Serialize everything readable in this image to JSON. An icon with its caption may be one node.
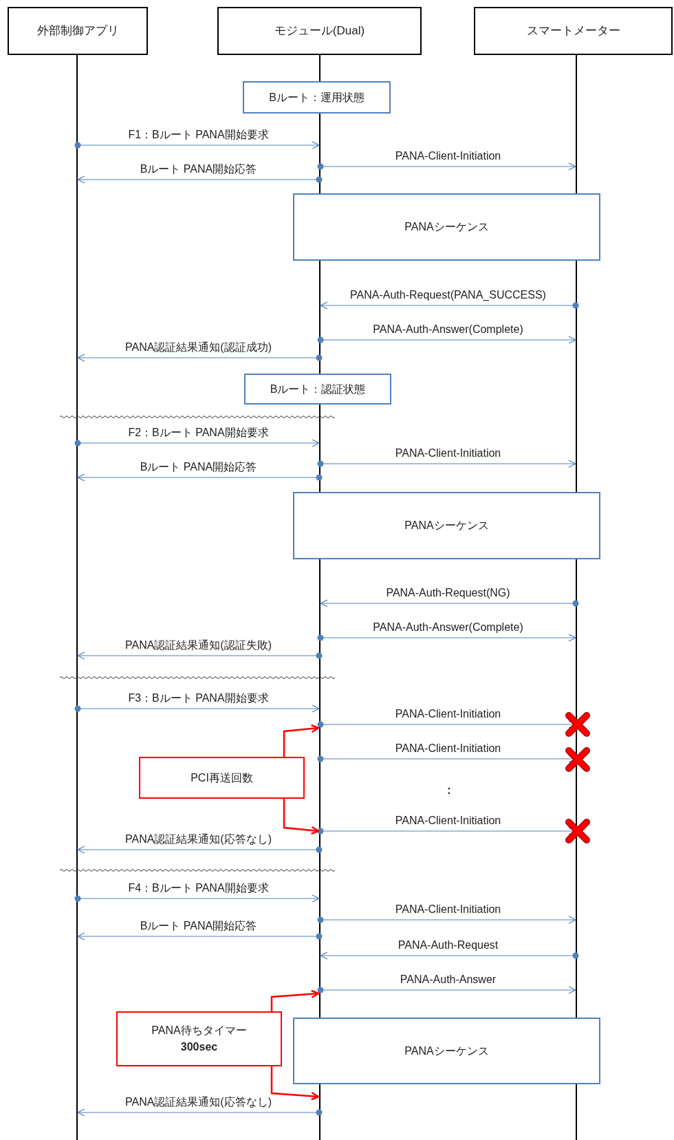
{
  "diagram": {
    "nodes": [
      {
        "text": [
          "外部制御アプリ"
        ]
      },
      {
        "text": [
          "モジュール(Dual)"
        ]
      },
      {
        "text": [
          "スマートメーター"
        ]
      },
      {
        "text": [],
        "shape": "bar"
      },
      {
        "text": [],
        "shape": "bar"
      },
      {
        "text": [],
        "shape": "bar"
      },
      {
        "text": [
          "Bルート：運用状態"
        ]
      },
      {
        "text": [
          "PANAシーケンス"
        ]
      },
      {
        "text": [
          "Bルート：認証状態"
        ]
      },
      {
        "text": [
          "PANAシーケンス"
        ]
      },
      {
        "text": [
          "PCI再送回数"
        ]
      },
      {
        "text": [
          "PANA待ちタイマー",
          "300sec"
        ]
      },
      {
        "text": [
          "PANAシーケンス"
        ]
      }
    ],
    "edges": [
      {
        "from": 3,
        "to": 4,
        "arrow": "to",
        "label": "F1：Bルート PANA開始要求"
      },
      {
        "from": 4,
        "to": 5,
        "arrow": "to",
        "label": "PANA-Client-Initiation"
      },
      {
        "from": 4,
        "to": 3,
        "arrow": "to",
        "label": "Bルート PANA開始応答"
      },
      {
        "from": 5,
        "to": 4,
        "arrow": "to",
        "label": "PANA-Auth-Request(PANA_SUCCESS)"
      },
      {
        "from": 4,
        "to": 5,
        "arrow": "to",
        "label": "PANA-Auth-Answer(Complete)"
      },
      {
        "from": 4,
        "to": 3,
        "arrow": "to",
        "label": "PANA認証結果通知(認証成功)"
      },
      {
        "from": 3,
        "to": 4,
        "arrow": "to",
        "label": "F2：Bルート PANA開始要求"
      },
      {
        "from": 4,
        "to": 5,
        "arrow": "to",
        "label": "PANA-Client-Initiation"
      },
      {
        "from": 4,
        "to": 3,
        "arrow": "to",
        "label": "Bルート PANA開始応答"
      },
      {
        "from": 5,
        "to": 4,
        "arrow": "to",
        "label": "PANA-Auth-Request(NG)"
      },
      {
        "from": 4,
        "to": 5,
        "arrow": "to",
        "label": "PANA-Auth-Answer(Complete)"
      },
      {
        "from": 4,
        "to": 3,
        "arrow": "to",
        "label": "PANA認証結果通知(認証失敗)"
      },
      {
        "from": 3,
        "to": 4,
        "arrow": "to",
        "label": "F3：Bルート PANA開始要求"
      },
      {
        "from": 4,
        "to": 5,
        "arrow": "to",
        "label": "PANA-Client-Initiation"
      },
      {
        "from": 4,
        "to": 5,
        "arrow": "to",
        "label": "PANA-Client-Initiation"
      },
      {
        "from": 4,
        "to": 5,
        "arrow": "to",
        "label": "PANA-Client-Initiation"
      },
      {
        "from": 4,
        "to": 3,
        "arrow": "to",
        "label": "PANA認証結果通知(応答なし)"
      },
      {
        "from": 3,
        "to": 4,
        "arrow": "to",
        "label": "F4：Bルート PANA開始要求"
      },
      {
        "from": 4,
        "to": 5,
        "arrow": "to",
        "label": "PANA-Client-Initiation"
      },
      {
        "from": 4,
        "to": 3,
        "arrow": "to",
        "label": "Bルート PANA開始応答"
      },
      {
        "from": 5,
        "to": 4,
        "arrow": "to",
        "label": "PANA-Auth-Request"
      },
      {
        "from": 4,
        "to": 5,
        "arrow": "to",
        "label": "PANA-Auth-Answer"
      },
      {
        "from": 4,
        "to": 3,
        "arrow": "to",
        "label": "PANA認証結果通知(応答なし)"
      },
      {
        "from": 10,
        "to": 4,
        "arrow": "to",
        "color": "#ff0000"
      },
      {
        "from": 10,
        "to": 4,
        "arrow": "to",
        "color": "#ff0000"
      },
      {
        "from": 11,
        "to": 4,
        "arrow": "to",
        "color": "#ff0000"
      },
      {
        "from": 11,
        "to": 4,
        "arrow": "to",
        "color": "#ff0000"
      }
    ],
    "labels": [
      ":"
    ]
  }
}
